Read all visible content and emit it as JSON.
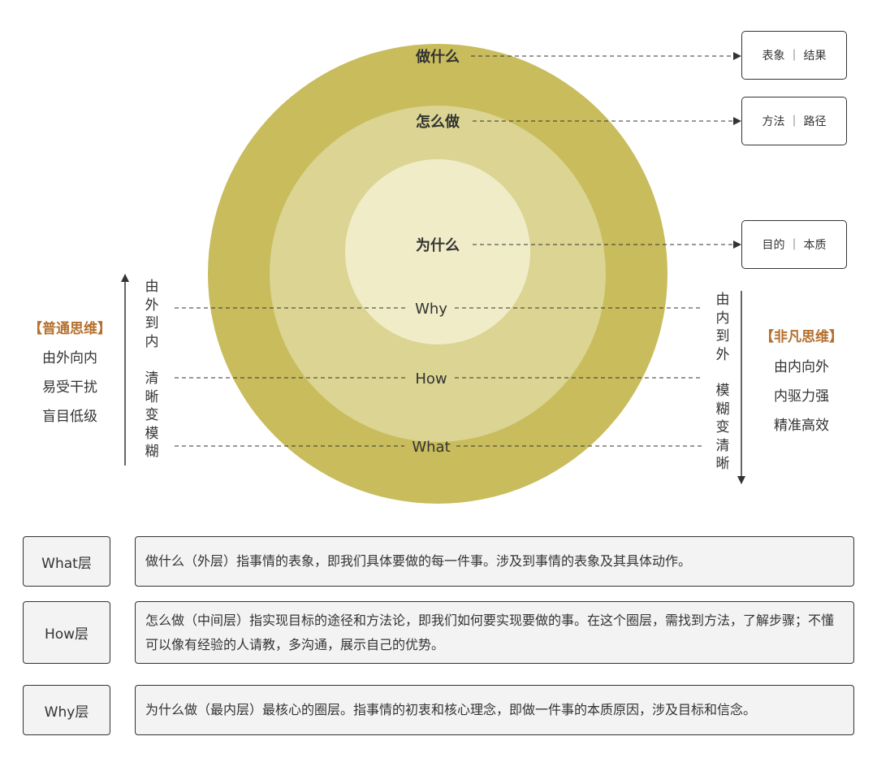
{
  "colors": {
    "ring_outer": "#c8bc5c",
    "ring_middle": "#dbd492",
    "ring_inner": "#f0ecc8",
    "accent_title": "#b5702e",
    "line": "#333333",
    "box_fill": "#f3f3f3"
  },
  "rings": {
    "outer_label": "做什么",
    "middle_label": "怎么做",
    "inner_label": "为什么",
    "why": "Why",
    "how": "How",
    "what": "What"
  },
  "result_boxes": {
    "outer": "表象 ｜ 结果",
    "middle": "方法 ｜ 路径",
    "inner": "目的 ｜ 本质"
  },
  "left_side": {
    "title": "【普通思维】",
    "lines": [
      "由外向内",
      "易受干扰",
      "盲目低级"
    ],
    "arrow_text_1": "由\n外\n到\n内",
    "arrow_text_2": "清\n晰\n变\n模\n糊"
  },
  "right_side": {
    "title": "【非凡思维】",
    "lines": [
      "由内向外",
      "内驱力强",
      "精准高效"
    ],
    "arrow_text_1": "由\n内\n到\n外",
    "arrow_text_2": "模\n糊\n变\n清\n晰"
  },
  "layers": [
    {
      "name": "What层",
      "desc": "做什么（外层）指事情的表象，即我们具体要做的每一件事。涉及到事情的表象及其具体动作。"
    },
    {
      "name": "How层",
      "desc": "怎么做（中间层）指实现目标的途径和方法论，即我们如何要实现要做的事。在这个圈层，需找到方法，了解步骤；不懂可以像有经验的人请教，多沟通，展示自己的优势。"
    },
    {
      "name": "Why层",
      "desc": "为什么做（最内层）最核心的圈层。指事情的初衷和核心理念，即做一件事的本质原因，涉及目标和信念。"
    }
  ]
}
